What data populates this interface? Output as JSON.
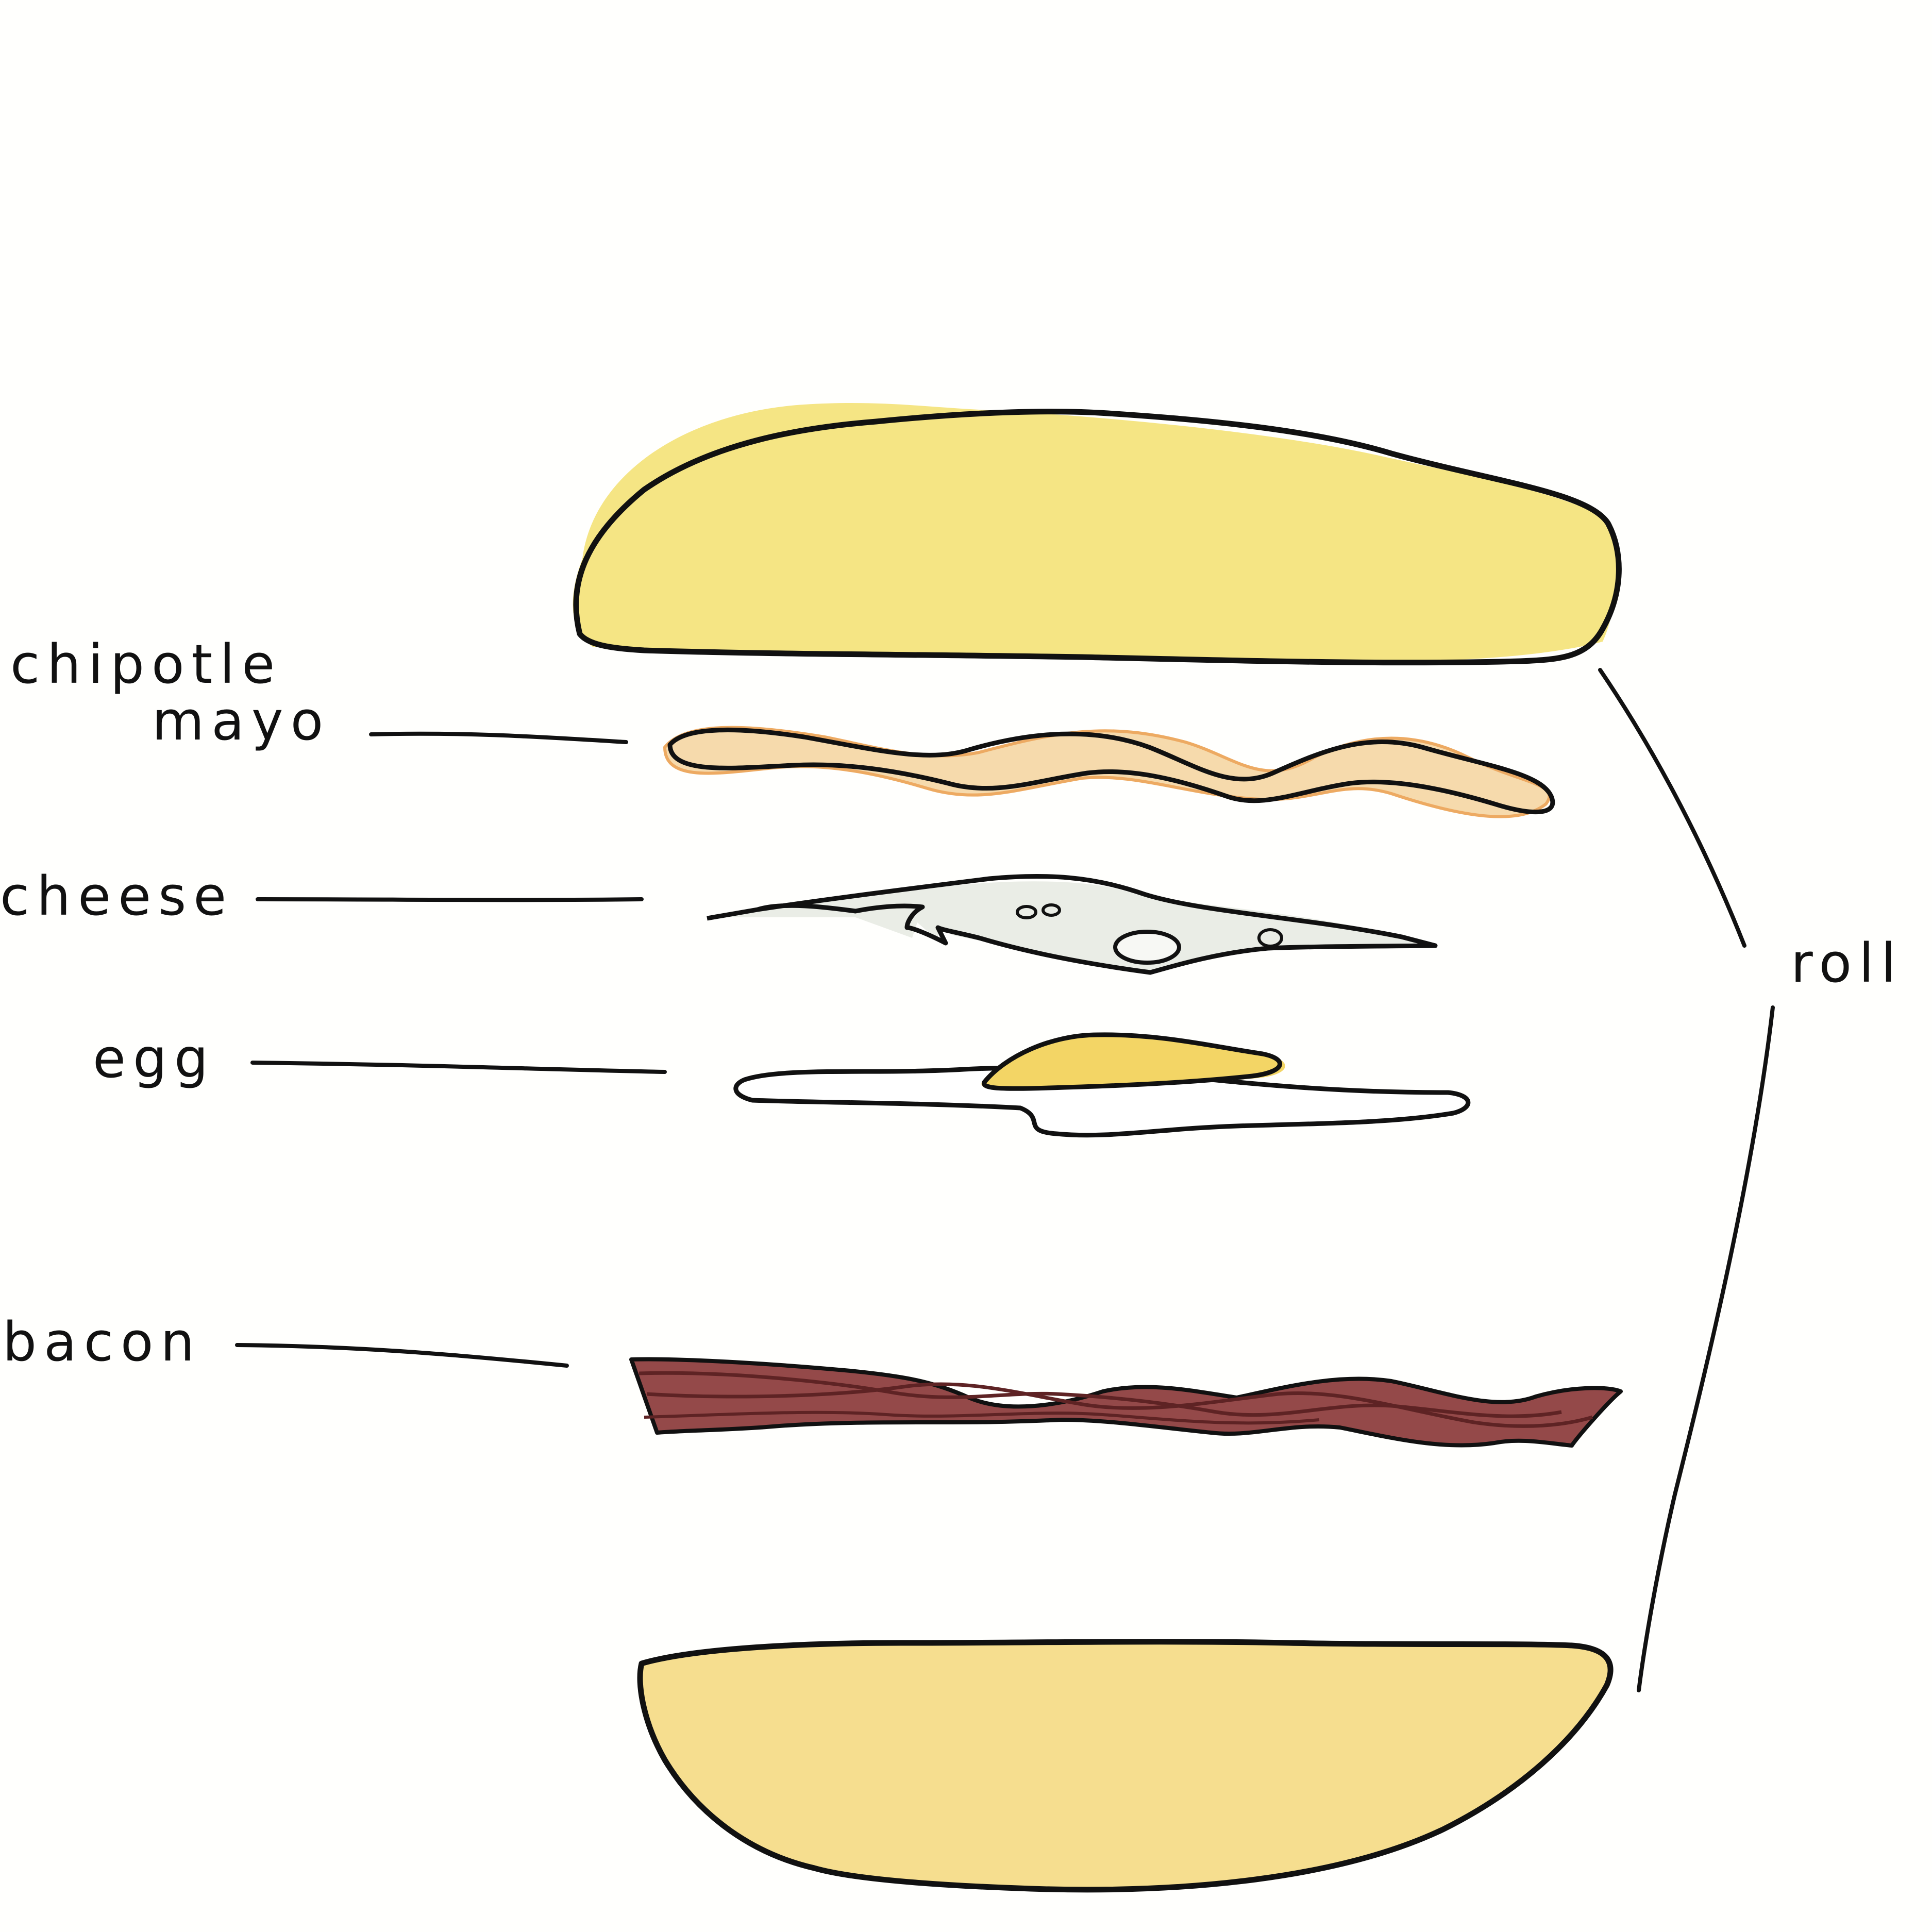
{
  "diagram": {
    "labels": {
      "chipotle_line1": "chipotle",
      "chipotle_line2": "mayo",
      "cheese": "cheese",
      "egg": "egg",
      "bacon": "bacon",
      "roll": "roll"
    },
    "colors": {
      "bun": "#f4e37a",
      "bun_bottom": "#f5dc86",
      "mayo": "#f6d9a8",
      "mayo_edge": "#eda65a",
      "cheese": "#e9ece5",
      "yolk": "#f3d565",
      "bacon": "#8b3a3a",
      "bacon_dark": "#5e2324",
      "ink": "#111111",
      "paper": "#fffffd"
    }
  }
}
